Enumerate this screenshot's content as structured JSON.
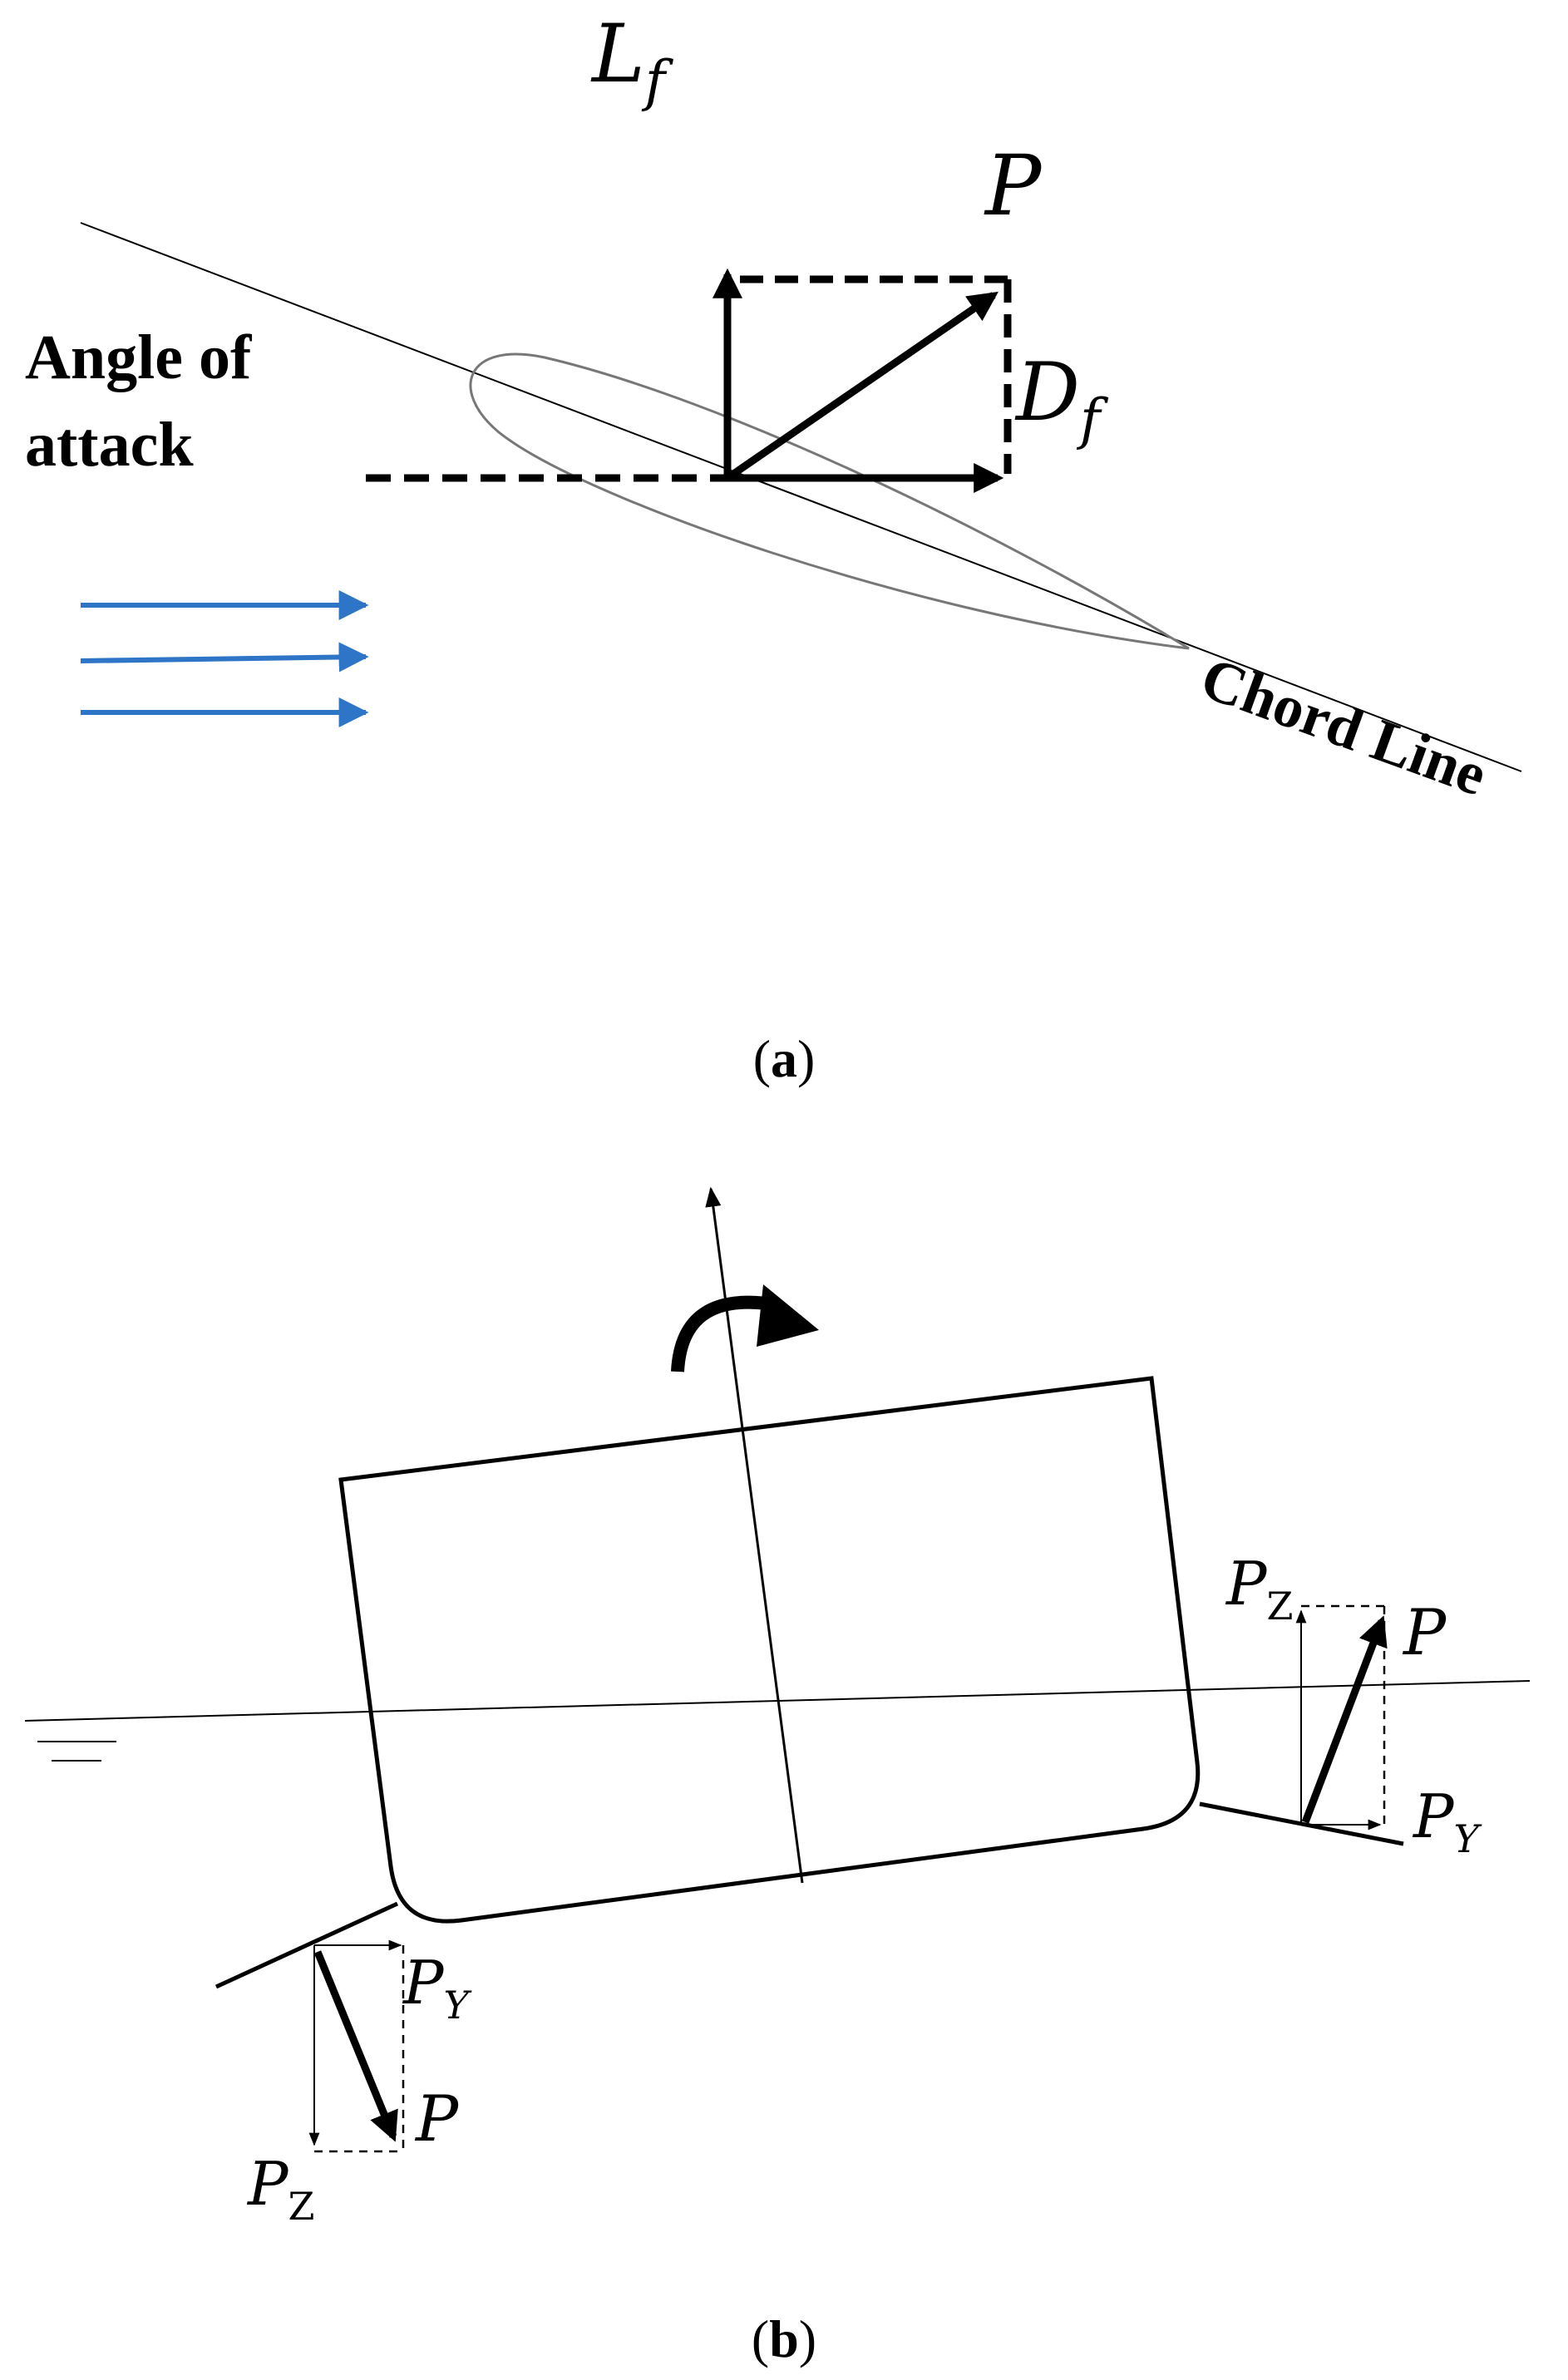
{
  "panel_a": {
    "lift_symbol": "L",
    "lift_subscript": "f",
    "resultant_symbol": "P",
    "drag_symbol": "D",
    "drag_subscript": "f",
    "angle_label_line1": "Angle of",
    "angle_label_line2": "attack",
    "chord_label": "Chord Line",
    "flow_color": "#2e75c8",
    "caption_open": "(",
    "caption_letter": "a",
    "caption_close": ")"
  },
  "panel_b": {
    "right_foil": {
      "pz_symbol": "P",
      "pz_subscript": "Z",
      "p_symbol": "P",
      "py_symbol": "P",
      "py_subscript": "Y"
    },
    "left_foil": {
      "py_symbol": "P",
      "py_subscript": "Y",
      "p_symbol": "P",
      "pz_symbol": "P",
      "pz_subscript": "Z"
    },
    "caption_open": "(",
    "caption_letter": "b",
    "caption_close": ")"
  }
}
